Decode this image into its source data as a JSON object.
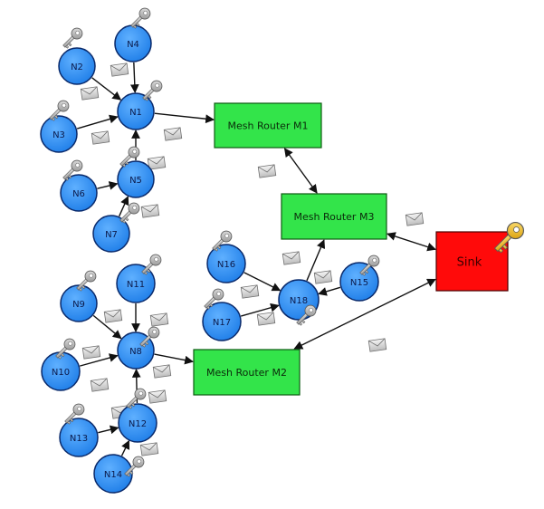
{
  "diagram": {
    "sensor_nodes": [
      {
        "id": "N1",
        "label": "N1"
      },
      {
        "id": "N2",
        "label": "N2"
      },
      {
        "id": "N3",
        "label": "N3"
      },
      {
        "id": "N4",
        "label": "N4"
      },
      {
        "id": "N5",
        "label": "N5"
      },
      {
        "id": "N6",
        "label": "N6"
      },
      {
        "id": "N7",
        "label": "N7"
      },
      {
        "id": "N8",
        "label": "N8"
      },
      {
        "id": "N9",
        "label": "N9"
      },
      {
        "id": "N10",
        "label": "N10"
      },
      {
        "id": "N11",
        "label": "N11"
      },
      {
        "id": "N12",
        "label": "N12"
      },
      {
        "id": "N13",
        "label": "N13"
      },
      {
        "id": "N14",
        "label": "N14"
      },
      {
        "id": "N15",
        "label": "N15"
      },
      {
        "id": "N16",
        "label": "N16"
      },
      {
        "id": "N17",
        "label": "N17"
      },
      {
        "id": "N18",
        "label": "N18"
      }
    ],
    "routers": [
      {
        "id": "M1",
        "label": "Mesh Router M1"
      },
      {
        "id": "M2",
        "label": "Mesh Router M2"
      },
      {
        "id": "M3",
        "label": "Mesh Router M3"
      }
    ],
    "sink": {
      "id": "SINK",
      "label": "Sink"
    },
    "edges": [
      {
        "from": "N2",
        "to": "N1",
        "dir": "forward"
      },
      {
        "from": "N4",
        "to": "N1",
        "dir": "forward"
      },
      {
        "from": "N3",
        "to": "N1",
        "dir": "forward"
      },
      {
        "from": "N5",
        "to": "N1",
        "dir": "forward"
      },
      {
        "from": "N6",
        "to": "N5",
        "dir": "forward"
      },
      {
        "from": "N7",
        "to": "N5",
        "dir": "forward"
      },
      {
        "from": "N1",
        "to": "M1",
        "dir": "forward"
      },
      {
        "from": "M1",
        "to": "M3",
        "dir": "both"
      },
      {
        "from": "N16",
        "to": "N18",
        "dir": "forward"
      },
      {
        "from": "N17",
        "to": "N18",
        "dir": "forward"
      },
      {
        "from": "N15",
        "to": "N18",
        "dir": "forward"
      },
      {
        "from": "N18",
        "to": "M3",
        "dir": "forward"
      },
      {
        "from": "M3",
        "to": "SINK",
        "dir": "both"
      },
      {
        "from": "N9",
        "to": "N8",
        "dir": "forward"
      },
      {
        "from": "N11",
        "to": "N8",
        "dir": "forward"
      },
      {
        "from": "N10",
        "to": "N8",
        "dir": "forward"
      },
      {
        "from": "N12",
        "to": "N8",
        "dir": "forward"
      },
      {
        "from": "N13",
        "to": "N12",
        "dir": "forward"
      },
      {
        "from": "N14",
        "to": "N12",
        "dir": "forward"
      },
      {
        "from": "N8",
        "to": "M2",
        "dir": "forward"
      },
      {
        "from": "M2",
        "to": "SINK",
        "dir": "both"
      }
    ],
    "icons": {
      "key": "key-icon",
      "envelope": "envelope-icon",
      "sink_key": "golden-key-icon"
    },
    "colors": {
      "node_fill": "#2b8cf0",
      "node_stroke": "#0a2a6b",
      "router_fill": "#33e44a",
      "router_stroke": "#0d5a12",
      "sink_fill": "#ff0a0a",
      "sink_stroke": "#4a0000",
      "edge": "#111111",
      "key_grey": "#b9b9b9",
      "key_gold": "#f4c430"
    }
  }
}
